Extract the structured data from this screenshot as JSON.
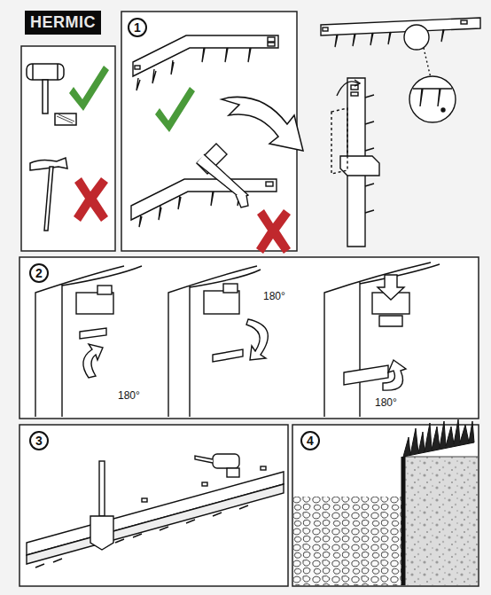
{
  "diagram": {
    "title": "HERMIC",
    "nodes": [
      {
        "text": [
          "1"
        ]
      },
      {
        "text": [
          "2"
        ]
      },
      {
        "text": [
          "3"
        ]
      },
      {
        "text": [
          "4"
        ]
      }
    ],
    "labels": [
      "180°",
      "180°",
      "180°"
    ]
  }
}
